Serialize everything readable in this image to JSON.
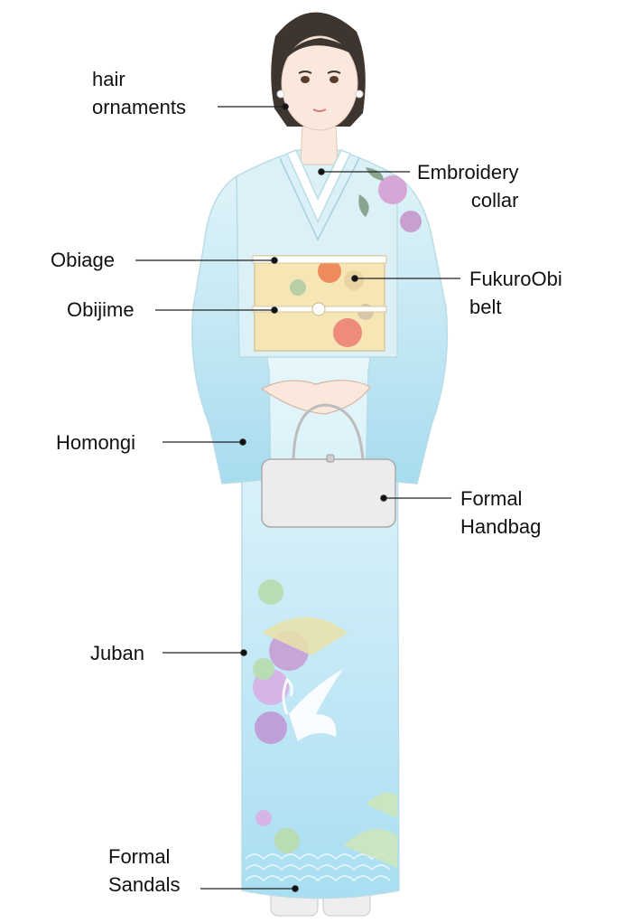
{
  "colors": {
    "kimono": "#d9f1f7",
    "kimono_lower": "#a9e2f4",
    "obi": "#f6e6b6",
    "hair": "#3d3530",
    "skin": "#fbe8dc",
    "leader_line": "#222222"
  },
  "labels": {
    "hair_ornaments": [
      "hair",
      "ornaments"
    ],
    "embroidery_collar": [
      "Embroidery",
      "collar"
    ],
    "obiage": [
      "Obiage"
    ],
    "fukuro_obi": [
      "FukuroObi",
      "belt"
    ],
    "obijime": [
      "Obijime"
    ],
    "homongi": [
      "Homongi"
    ],
    "formal_handbag": [
      "Formal",
      "Handbag"
    ],
    "juban": [
      "Juban"
    ],
    "formal_sandals": [
      "Formal",
      "Sandals"
    ]
  }
}
